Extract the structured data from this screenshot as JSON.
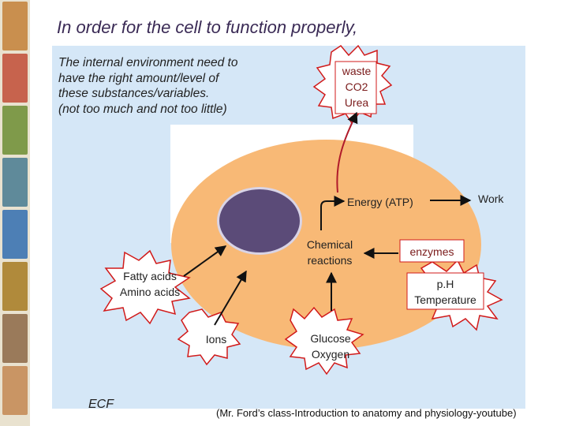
{
  "title": "In order for the cell to function properly,",
  "intro_lines": [
    "The internal environment need to",
    "have the right amount/level of",
    "these substances/variables.",
    "(not too much and not too little)"
  ],
  "labels": {
    "waste": [
      "waste",
      "CO2",
      "Urea"
    ],
    "energy": "Energy (ATP)",
    "work": "Work",
    "chemical": [
      "Chemical",
      "reactions"
    ],
    "enzymes": "enzymes",
    "ph": [
      "p.H",
      "Temperature"
    ],
    "fatty": [
      "Fatty acids",
      "Amino acids"
    ],
    "ions": "Ions",
    "glucose": [
      "Glucose",
      "Oxygen"
    ],
    "ecf": "ECF"
  },
  "credit": "(Mr. Ford’s class-Introduction to anatomy and physiology-youtube)",
  "colors": {
    "title": "#3a2a55",
    "ecf_bg": "#d5e7f7",
    "cell": "#f8b976",
    "nucleus": "#5b4b78",
    "burst_stroke": "#d11a1a",
    "arrow": "#111111"
  }
}
